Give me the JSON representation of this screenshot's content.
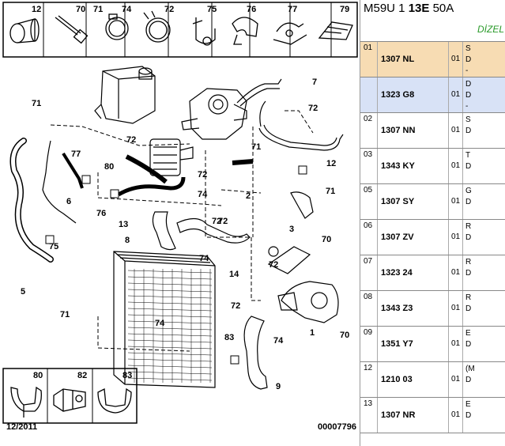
{
  "diagram": {
    "legend_top": [
      "12",
      "70",
      "71",
      "74",
      "72",
      "75",
      "76",
      "77",
      "79"
    ],
    "legend_bottom": [
      "80",
      "82",
      "83"
    ],
    "callouts": [
      "71",
      "7",
      "72",
      "77",
      "72",
      "71",
      "80",
      "72",
      "12",
      "6",
      "76",
      "72",
      "74",
      "2",
      "71",
      "13",
      "8",
      "72",
      "75",
      "3",
      "70",
      "74",
      "14",
      "5",
      "72",
      "71",
      "72",
      "74",
      "83",
      "74",
      "1",
      "70",
      "9"
    ],
    "date": "12/2011",
    "code": "00007796"
  },
  "panel": {
    "title_prefix": "M59U 1 ",
    "title_bold": "13E",
    "title_suffix": " 50A",
    "subtitle": "DİZEL",
    "rows": [
      {
        "idx": "01",
        "ref": "1307 NL",
        "qty": "01",
        "desc1": "S",
        "desc2": "D",
        "desc3": "-",
        "style": "sel1"
      },
      {
        "idx": "",
        "ref": "1323 G8",
        "qty": "01",
        "desc1": "D",
        "desc2": "D",
        "desc3": "-",
        "style": "sel2"
      },
      {
        "idx": "02",
        "ref": "1307 NN",
        "qty": "01",
        "desc1": "S",
        "desc2": "D",
        "desc3": "",
        "style": ""
      },
      {
        "idx": "03",
        "ref": "1343 KY",
        "qty": "01",
        "desc1": "T",
        "desc2": "D",
        "desc3": "",
        "style": ""
      },
      {
        "idx": "05",
        "ref": "1307 SY",
        "qty": "01",
        "desc1": "G",
        "desc2": "D",
        "desc3": "",
        "style": ""
      },
      {
        "idx": "06",
        "ref": "1307 ZV",
        "qty": "01",
        "desc1": "R",
        "desc2": "D",
        "desc3": "",
        "style": ""
      },
      {
        "idx": "07",
        "ref": "1323 24",
        "qty": "01",
        "desc1": "R",
        "desc2": "D",
        "desc3": "",
        "style": ""
      },
      {
        "idx": "08",
        "ref": "1343 Z3",
        "qty": "01",
        "desc1": "R",
        "desc2": "D",
        "desc3": "",
        "style": ""
      },
      {
        "idx": "09",
        "ref": "1351 Y7",
        "qty": "01",
        "desc1": "E",
        "desc2": "D",
        "desc3": "",
        "style": ""
      },
      {
        "idx": "12",
        "ref": "1210 03",
        "qty": "01",
        "desc1": "(M",
        "desc2": "D",
        "desc3": "",
        "style": ""
      },
      {
        "idx": "13",
        "ref": "1307 NR",
        "qty": "01",
        "desc1": "E",
        "desc2": "D",
        "desc3": "",
        "style": ""
      }
    ]
  }
}
